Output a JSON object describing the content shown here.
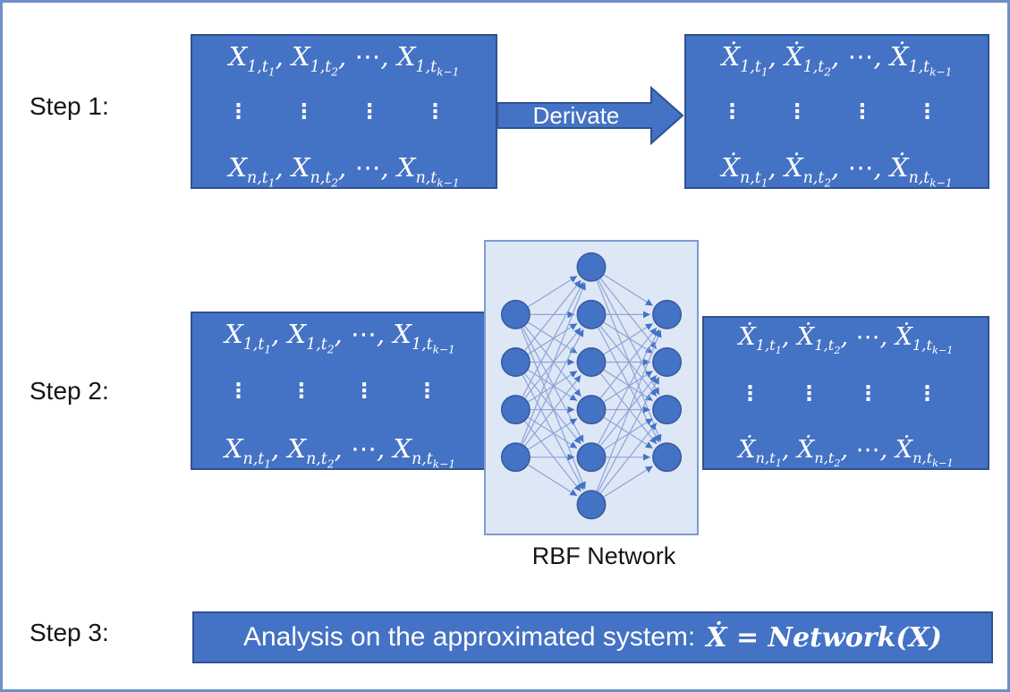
{
  "palette": {
    "box_blue": "#4472C4",
    "box_border": "#2F528F",
    "net_bg": "#DEE7F5",
    "net_border": "#7E9CD2",
    "edge_line": "#8CA3D8",
    "edge_arrow": "#4472C4",
    "node_fill": "#4472C4",
    "node_border": "#38599B",
    "frame_border": "#6B90C8",
    "text_dark": "#151515",
    "text_light": "#FFFFFF"
  },
  "steps": {
    "step1_label": "Step 1:",
    "step2_label": "Step 2:",
    "step3_label": "Step 3:"
  },
  "matrices": {
    "x_top": "X_{1,t_{1}}, X_{1,t_{2}}, ⋯, X_{1,t_{k−1}}",
    "x_bottom": "X_{n,t_{1}}, X_{n,t_{2}}, ⋯, X_{n,t_{k−1}}",
    "xdot_top": "Ẋ_{1,t_{1}}, Ẋ_{1,t_{2}}, ⋯, Ẋ_{1,t_{k−1}}",
    "xdot_bottom": "Ẋ_{n,t_{1}}, Ẋ_{n,t_{2}}, ⋯, Ẋ_{n,t_{k−1}}",
    "vdots": "⋮"
  },
  "arrow": {
    "label": "Derivate"
  },
  "network": {
    "label": "RBF Network",
    "layers": [
      4,
      6,
      4
    ]
  },
  "step3": {
    "prefix": "Analysis on the approximated system:",
    "equation": "Ẋ = Network(X)"
  }
}
